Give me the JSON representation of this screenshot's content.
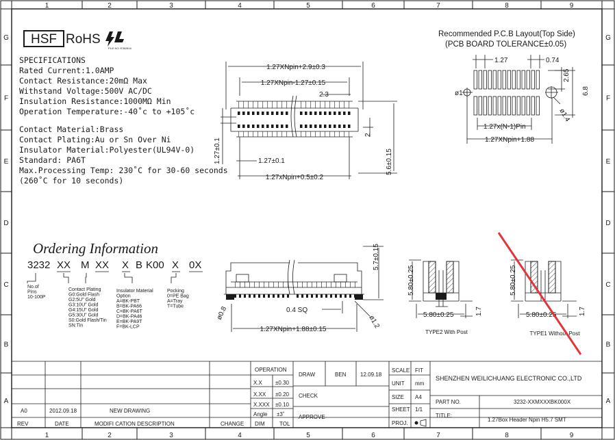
{
  "frame": {
    "columns": [
      "1",
      "2",
      "3",
      "4",
      "5",
      "6",
      "7",
      "8",
      "9"
    ],
    "rows": [
      "G",
      "F",
      "E",
      "D",
      "C",
      "B",
      "A"
    ]
  },
  "header": {
    "hsf": "HSF",
    "rohs": "RoHS",
    "ul_file": "FILE NO. E362816"
  },
  "specs": {
    "title": "SPECIFICATIONS",
    "lines": [
      "Rated Current:1.0AMP",
      "Contact Resistance:20mΩ Max",
      "Withstand Voltage:500V AC/DC",
      "Insulation Resistance:1000MΩ Min",
      "Operation Temperature:-40˚c to +105˚c"
    ],
    "materials": [
      "Contact Material:Brass",
      "Contact Plating:Au or Sn Over Ni",
      "Insulator Material:Polyester(UL94V-0)",
      "Standard:             PA6T",
      "Max.Processing Temp: 230˚C for 30-60 seconds",
      "                              (260˚C for 10 seconds)"
    ]
  },
  "ordering": {
    "title": "Ordering Information",
    "code_parts": [
      "3232",
      "XX",
      "M",
      "XX",
      "X",
      "B",
      "K00",
      "X",
      "0X"
    ],
    "pins_label": [
      "No.of",
      "Pins",
      "10-100P"
    ],
    "plating_label": [
      "Contact Plating",
      "G0:Gold  Flash",
      "G2:5U\" Gold",
      "G3:10U\" Gold",
      "G4:15U\" Gold",
      "G5:30U\" Gold",
      "S0:Gold  Flash/Tin",
      "SN:Tin"
    ],
    "insulator_label": [
      "Insulator Material",
      "Option",
      "A=BK-PBT",
      "B=BK-PA66",
      "C=BK-PA6T",
      "D=BK-PA46",
      "E=BK-PA9T",
      "F=BK-LCP"
    ],
    "packing_label": [
      "Pocking",
      "0=PE Bag",
      "A=Tray",
      "T=Tube"
    ]
  },
  "pcb": {
    "title": "Recommended  P.C.B  Layout(Top  Side)",
    "subtitle": "(PCB  BOARD  TOLERANCE±0.05)",
    "dim_pitch": "1.27",
    "dim_pad_w": "0.74",
    "dim_pad_h": "2.65",
    "dim_height": "6.8",
    "dim_hole": "ø1",
    "dim_hole2": "ø1.4",
    "dim_inner": "1.27x(N-1)Pin",
    "dim_outer": "1.27XNpin+1.88"
  },
  "top_view": {
    "dim_overall": "1.27XNpin+2.9±0.3",
    "dim_inner": "1.27XNpin-1.27±0.15",
    "dim_side": "2.3",
    "dim_h": "2",
    "dim_left": "1.27±0.1",
    "dim_pitch": "1.27±0.1",
    "dim_body": "1.27xNpin+0.5±0.2",
    "dim_depth": "5.6±0.15"
  },
  "front_view": {
    "dim_height": "5.7±0.15",
    "dim_post": "ø0.8",
    "dim_sq": "0.4  SQ",
    "dim_post2": "ø1.2",
    "dim_length": "1.27XNpin+1.88±0.15"
  },
  "side_views": {
    "type2_dim_h": "5.80±0.25",
    "type2_dim_w": "5.80±0.25",
    "type2_dim_tail": "1.7",
    "type2_label": "TYPE2  With  Post",
    "type1_dim_h": "5.80±0.25",
    "type1_dim_w": "5.80±0.25",
    "type1_dim_tail": "1.7",
    "type1_label": "TYPE1  Without  Post"
  },
  "title_block": {
    "operation": "OPERATION",
    "tol_rows": [
      [
        "X.X",
        "±0.30"
      ],
      [
        "X.XX",
        "±0.20"
      ],
      [
        "X.XXX",
        "±0.10"
      ],
      [
        "Angle",
        "±3˚"
      ]
    ],
    "dim": "DIM",
    "tol": "TOL",
    "draw": "DRAW",
    "drawer": "BEN",
    "draw_date": "12.09.18",
    "check": "CHECK",
    "approve": "APPROVE",
    "scale": "SCALE",
    "scale_val": "FIT",
    "unit": "UNIT",
    "unit_val": "mm",
    "size": "SIZE",
    "size_val": "A4",
    "sheet": "SHEET",
    "sheet_val": "1/1",
    "proj": "PROJ.",
    "company": "SHENZHEN WEILICHUANG ELECTRONIC CO.,LTD",
    "part_no_label": "PART NO.",
    "part_no": "3232-XXMXXXBK000X",
    "title_label": "TITLE:",
    "title_val": "1.27Box  Header  Npin  H5.7  SMT",
    "rev_row": [
      "A0",
      "2012.09.18",
      "NEW  DRAWING"
    ],
    "headers": [
      "REV",
      "DATE",
      "MODIFI CATION  DESCRIPTION",
      "CHANGE"
    ]
  }
}
